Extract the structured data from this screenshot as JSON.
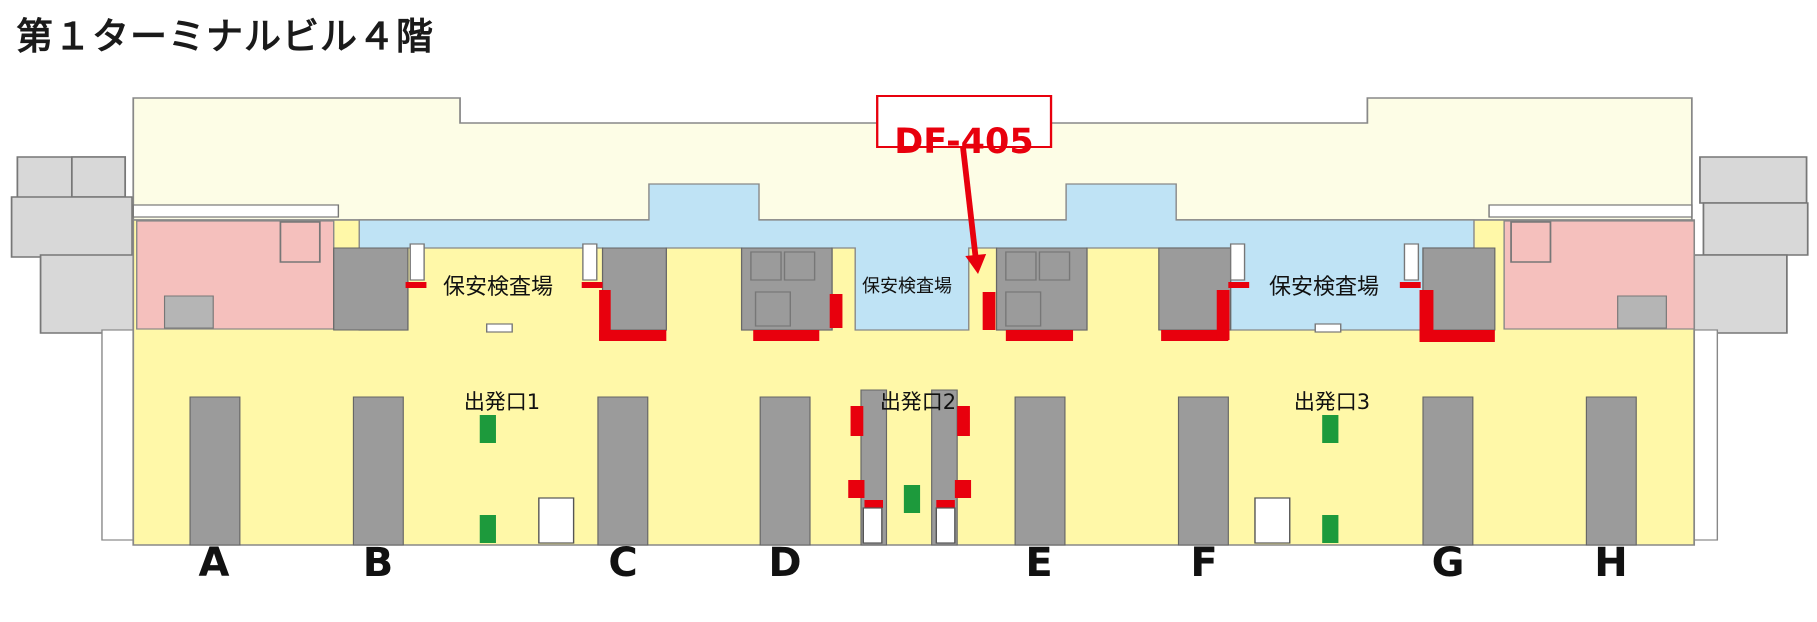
{
  "title": "第１ターミナルビル４階",
  "security_areas": [
    {
      "label": "保安検査場"
    },
    {
      "label": "保安検査場"
    },
    {
      "label": "保安検査場"
    }
  ],
  "departure_gates": [
    {
      "label": "出発口1"
    },
    {
      "label": "出発口2"
    },
    {
      "label": "出発口3"
    }
  ],
  "pillars": [
    "A",
    "B",
    "C",
    "D",
    "E",
    "F",
    "G",
    "H"
  ],
  "marker": {
    "label": "DF-405",
    "color": "#e8000d"
  },
  "colors": {
    "hall": "#fff8a8",
    "upper_area": "#fdfde6",
    "security": "#bfe3f5",
    "restricted": "#f5c0bd",
    "counter": "#9b9b9b",
    "highlight": "#e8000d",
    "exit": "#1d9a3c"
  }
}
